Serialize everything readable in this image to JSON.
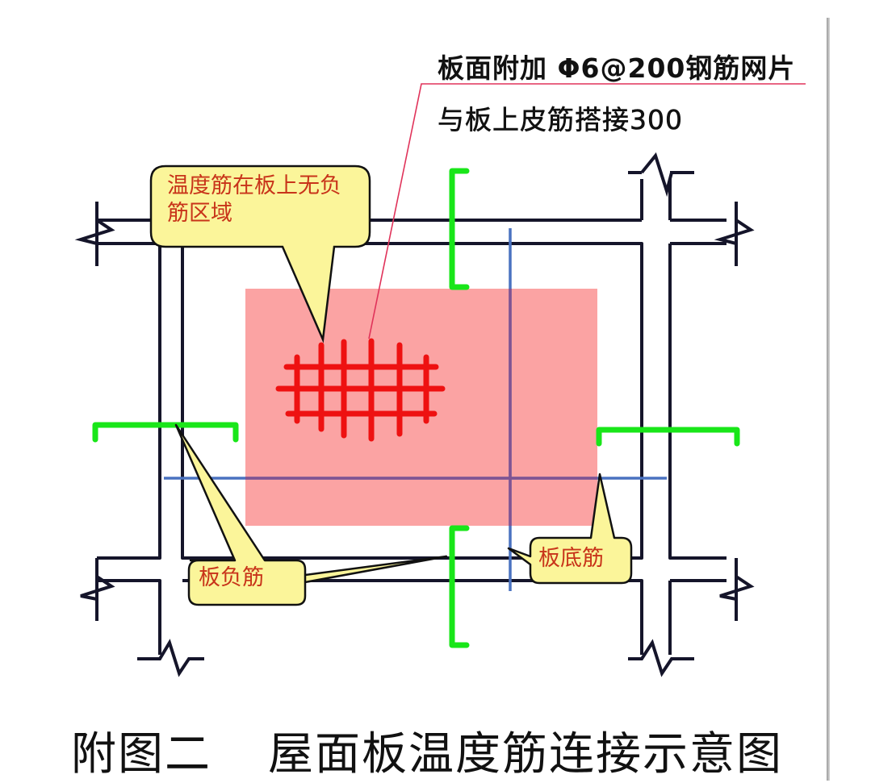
{
  "annotation": {
    "line1": "板面附加 Φ6@200钢筋网片",
    "line2": "与板上皮筋搭接300"
  },
  "callouts": {
    "temperature_bar_region": "温度筋在板上无负筋区域",
    "negative_rebar": "板负筋",
    "bottom_rebar": "板底筋"
  },
  "caption": {
    "figure_no": "附图二",
    "title": "屋面板温度筋连接示意图"
  },
  "colors": {
    "structure_line": "#15152a",
    "negative_rebar_green": "#19e619",
    "bottom_rebar_blue": "#4a72c0",
    "mesh_red": "#ee1111",
    "zone_fill_pink": "#fba3a3",
    "callout_fill": "#fbf59a",
    "callout_text": "#c8341a",
    "leader_red": "#e0335a"
  }
}
